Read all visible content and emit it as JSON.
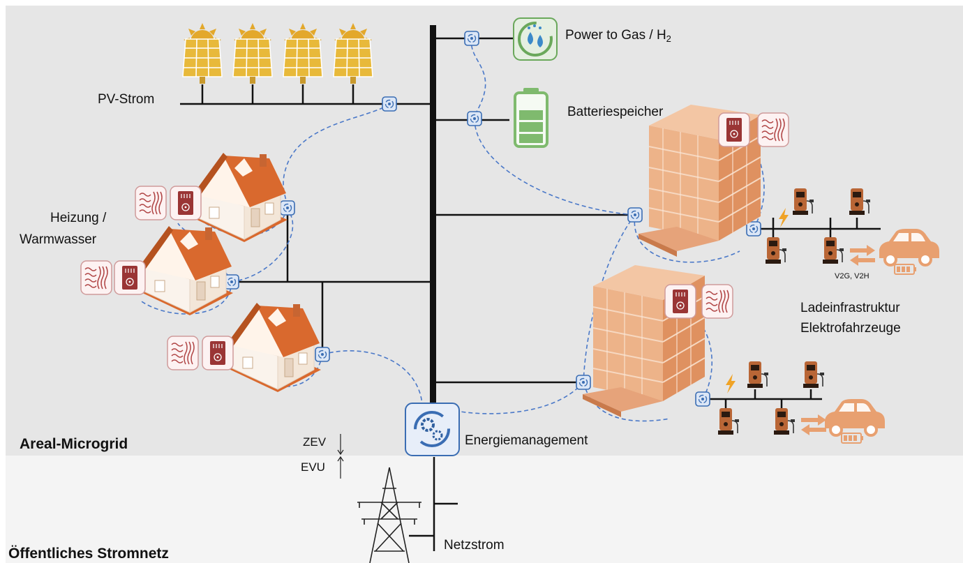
{
  "labels": {
    "pv_strom": "PV-Strom",
    "power_to_gas": "Power to Gas / H",
    "power_to_gas_sub": "2",
    "batteriespeicher": "Batteriespeicher",
    "heizung_line1": "Heizung /",
    "heizung_line2": "Warmwasser",
    "v2g": "V2G, V2H",
    "ladeinfra_line1": "Ladeinfrastruktur",
    "ladeinfra_line2": "Elektrofahrzeuge",
    "areal_microgrid": "Areal-Microgrid",
    "zev": "ZEV",
    "evu": "EVU",
    "energiemanagement": "Energiemanagement",
    "netzstrom": "Netzstrom",
    "oeffentliches_stromnetz": "Öffentliches Stromnetz"
  },
  "colors": {
    "microgrid_bg": "#e6e6e6",
    "public_grid_bg": "#f4f4f4",
    "pv_panel": "#e8b93a",
    "sun": "#e3a82b",
    "bus": "#111111",
    "control_node": "#3a6db3",
    "dashed_link": "#4a78c8",
    "battery": "#7fba6e",
    "roof": "#d9692e",
    "building": "#e9a272",
    "charger": "#b96636",
    "heating_icon": "#9a3535",
    "car": "#e8a070"
  },
  "icons": [
    "solar-panel-icon",
    "gear-cycle-icon",
    "h2-drop-icon",
    "battery-icon",
    "house-icon",
    "office-building-icon",
    "ev-charger-icon",
    "electric-car-icon",
    "heating-wave-icon",
    "heat-pump-icon",
    "lightning-icon",
    "power-pylon-icon",
    "energy-management-icon"
  ]
}
